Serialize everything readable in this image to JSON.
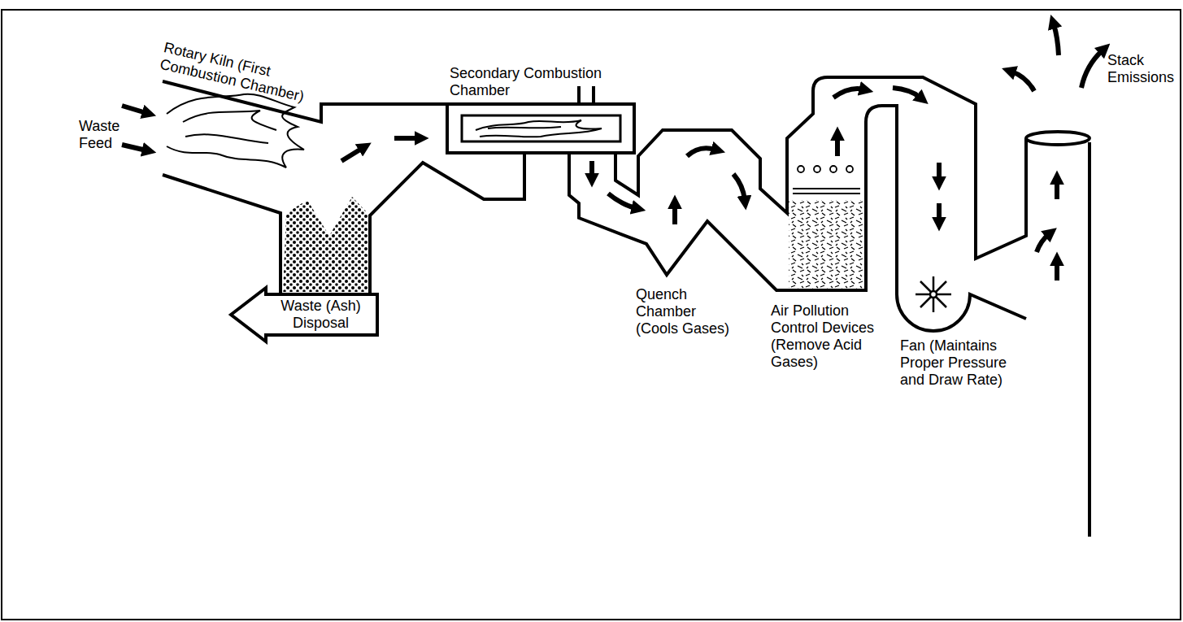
{
  "diagram": {
    "nodes": [
      {
        "text": [
          "Waste (Ash) Disposal"
        ]
      }
    ],
    "labels": [
      "Waste Feed",
      "Rotary Kiln (First Combustion Chamber)",
      "Secondary Combustion Chamber",
      "Quench Chamber (Cools Gases)",
      "Air Pollution Control Devices (Remove Acid Gases)",
      "Fan (Maintains Proper Pressure and Draw Rate)",
      "Stack Emissions"
    ]
  }
}
